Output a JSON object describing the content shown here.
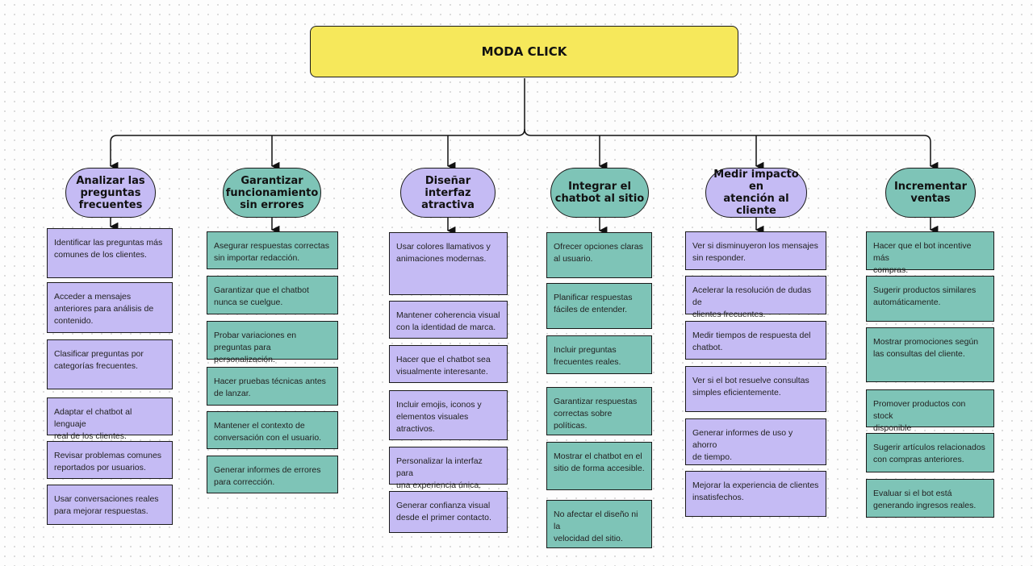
{
  "root": {
    "title": "MODA CLICK",
    "color": "#f6e85b"
  },
  "colors": {
    "purple": "#c5bbf4",
    "teal": "#7ec4b7"
  },
  "branches": [
    {
      "label": "Analizar las\npreguntas\nfrecuentes",
      "color": "purple",
      "items": [
        "Identificar las preguntas más\ncomunes de los clientes.",
        "Acceder a mensajes\nanteriores para análisis de\ncontenido.",
        "Clasificar preguntas por\ncategorías frecuentes.",
        "Adaptar el chatbot al lenguaje\nreal de los clientes.",
        "Revisar problemas comunes\nreportados por usuarios.",
        "Usar conversaciones reales\npara mejorar respuestas."
      ]
    },
    {
      "label": "Garantizar\nfuncionamiento\nsin errores",
      "color": "teal",
      "items": [
        "Asegurar respuestas correctas\nsin importar redacción.",
        "Garantizar que el chatbot\nnunca se cuelgue.",
        "Probar variaciones en\npreguntas para personalización.",
        "Hacer pruebas técnicas antes\nde lanzar.",
        "Mantener el contexto de\nconversación con el usuario.",
        "Generar informes de errores\npara corrección."
      ]
    },
    {
      "label": "Diseñar interfaz\natractiva",
      "color": "purple",
      "items": [
        "Usar colores llamativos y\nanimaciones modernas.",
        "Mantener coherencia visual\ncon la identidad de marca.",
        "Hacer que el chatbot sea\nvisualmente interesante.",
        "Incluir emojis, iconos y\nelementos visuales\natractivos.",
        "Personalizar la interfaz para\nuna experiencia única.",
        "Generar confianza visual\ndesde el primer contacto."
      ]
    },
    {
      "label": "Integrar el\nchatbot al sitio",
      "color": "teal",
      "items": [
        "Ofrecer opciones claras\nal usuario.",
        "Planificar respuestas\nfáciles de entender.",
        "Incluir preguntas\nfrecuentes reales.",
        "Garantizar respuestas\ncorrectas sobre políticas.",
        "Mostrar el chatbot en el\nsitio de forma accesible.",
        "No afectar el diseño ni la\nvelocidad del sitio."
      ]
    },
    {
      "label": "Medir impacto en\natención al\ncliente",
      "color": "purple",
      "items": [
        "Ver si disminuyeron los mensajes\nsin responder.",
        "Acelerar la resolución de dudas de\nclientes frecuentes.",
        "Medir tiempos de respuesta del\nchatbot.",
        "Ver si el bot resuelve consultas\nsimples eficientemente.",
        "Generar informes de uso y ahorro\nde tiempo.",
        "Mejorar la experiencia de clientes\ninsatisfechos."
      ]
    },
    {
      "label": "Incrementar\nventas",
      "color": "teal",
      "items": [
        "Hacer que el bot incentive más\ncompras.",
        "Sugerir productos similares\nautomáticamente.",
        "Mostrar promociones según\nlas consultas del cliente.",
        "Promover productos con stock\ndisponible",
        "Sugerir artículos relacionados\ncon compras anteriores.",
        "Evaluar si el bot está\ngenerando ingresos reales."
      ]
    }
  ]
}
